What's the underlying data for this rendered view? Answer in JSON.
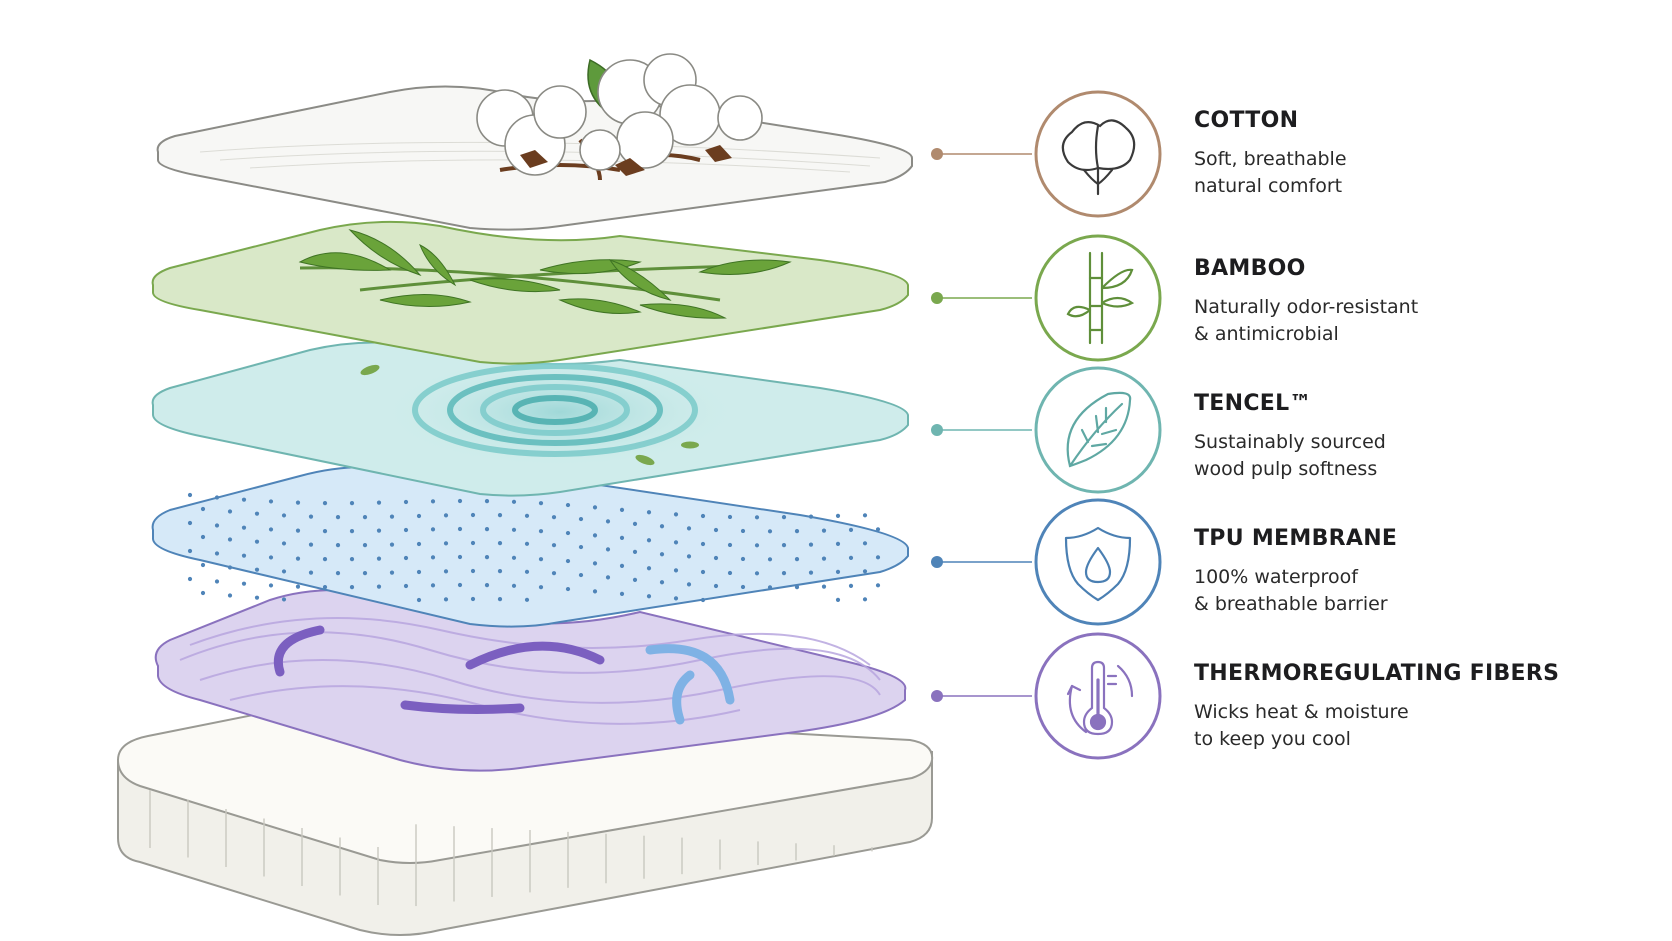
{
  "layers": [
    {
      "id": "cotton",
      "title": "COTTON",
      "desc_lines": [
        "Soft, breathable",
        "natural comfort"
      ],
      "accent": "#b08a6e",
      "fill": "#f7f7f5",
      "icon": "cotton-boll-icon"
    },
    {
      "id": "bamboo",
      "title": "BAMBOO",
      "desc_lines": [
        "Naturally odor-resistant",
        "& antimicrobial"
      ],
      "accent": "#7aa84e",
      "fill": "#d9e8c8",
      "icon": "bamboo-icon"
    },
    {
      "id": "tencel",
      "title": "TENCEL™",
      "desc_lines": [
        "Sustainably sourced",
        "wood pulp softness"
      ],
      "accent": "#6fb5b0",
      "fill": "#cfeceb",
      "icon": "leaf-icon"
    },
    {
      "id": "tpu",
      "title": "TPU MEMBRANE",
      "desc_lines": [
        "100% waterproof",
        "& breathable barrier"
      ],
      "accent": "#4f84b8",
      "fill": "#d6e9f8",
      "icon": "shield-water-drop-icon"
    },
    {
      "id": "thermo",
      "title": "THERMOREGULATING FIBERS",
      "desc_lines": [
        "Wicks heat & moisture",
        "to keep you cool"
      ],
      "accent": "#8a72be",
      "fill": "#dcd3ef",
      "icon": "thermometer-icon"
    }
  ],
  "mattress": {
    "fill": "#f6f5f0",
    "stroke": "#9a9a94"
  }
}
